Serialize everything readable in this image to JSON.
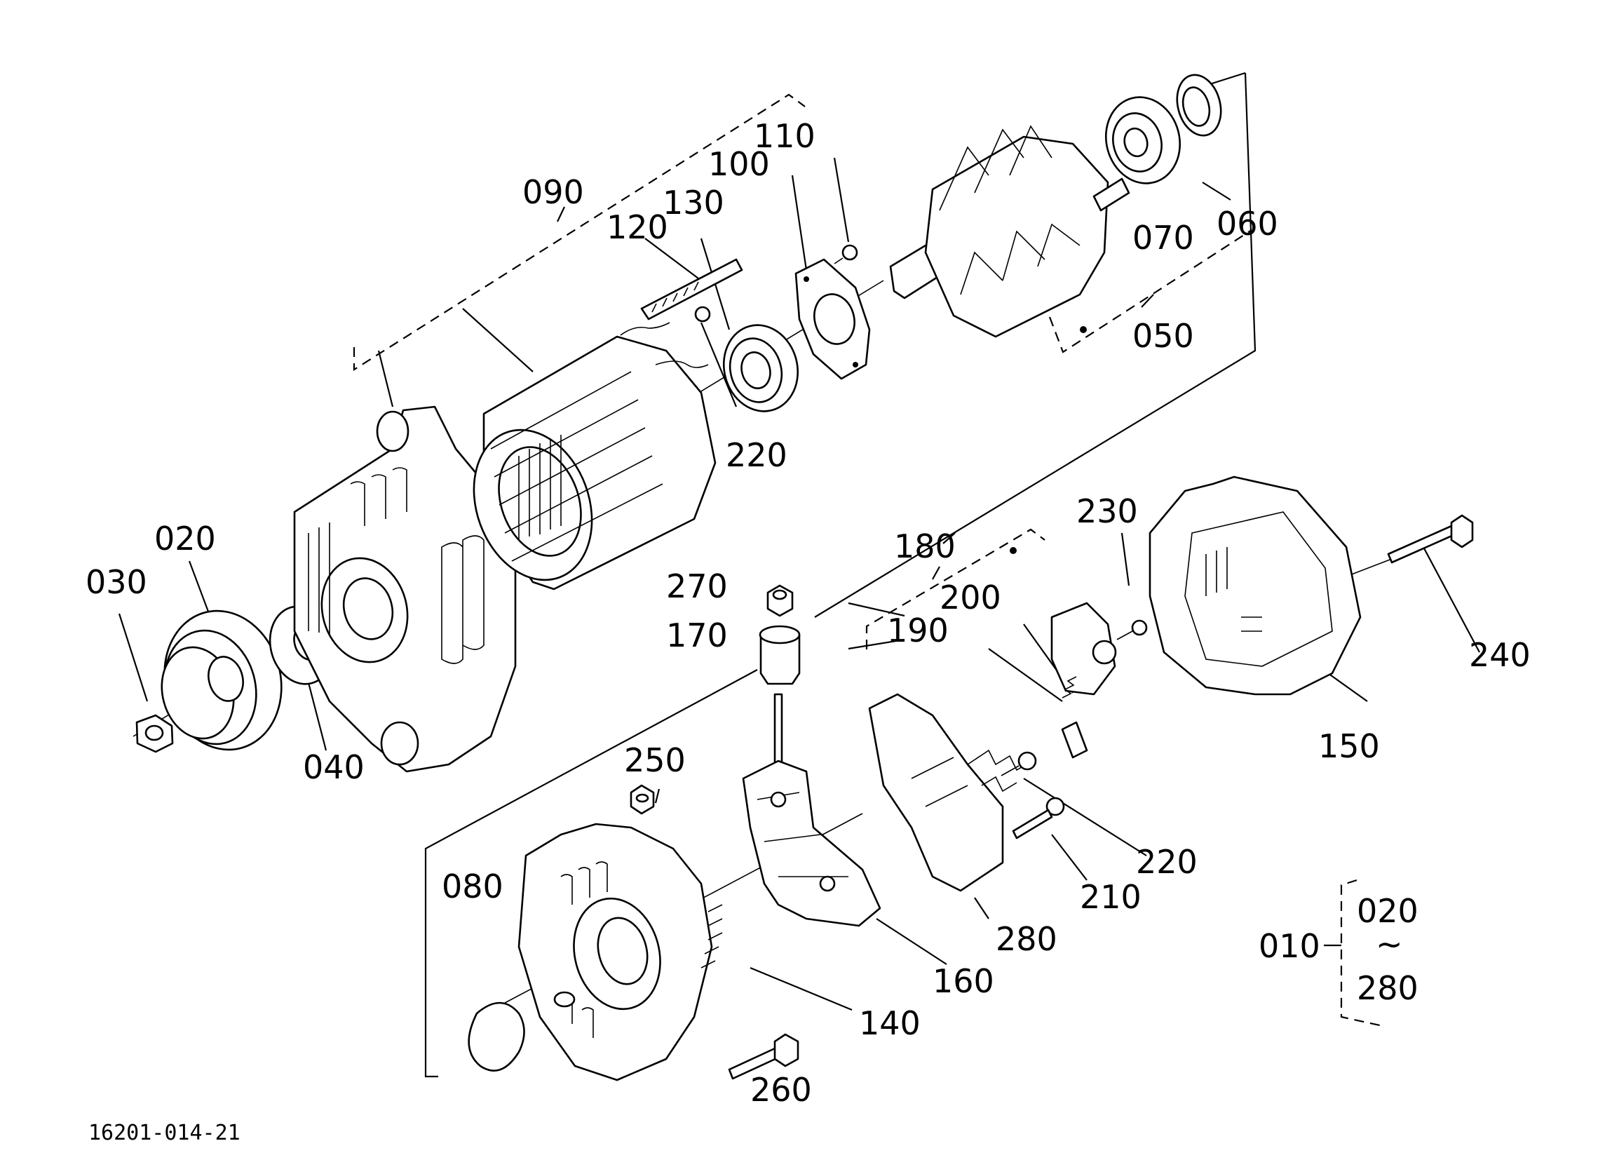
{
  "diagram": {
    "figure_code": "16201-014-21",
    "callouts": {
      "c010": "010",
      "c020": "020",
      "c030": "030",
      "c040": "040",
      "c050": "050",
      "c060": "060",
      "c070": "070",
      "c080": "080",
      "c090": "090",
      "c100": "100",
      "c110": "110",
      "c120": "120",
      "c130": "130",
      "c140": "140",
      "c150": "150",
      "c160": "160",
      "c170": "170",
      "c180": "180",
      "c190": "190",
      "c200": "200",
      "c210": "210",
      "c220a": "220",
      "c220b": "220",
      "c230": "230",
      "c240": "240",
      "c250": "250",
      "c260": "260",
      "c270": "270",
      "c280": "280"
    },
    "range": {
      "from": "020",
      "tilde": "~",
      "to": "280"
    }
  }
}
